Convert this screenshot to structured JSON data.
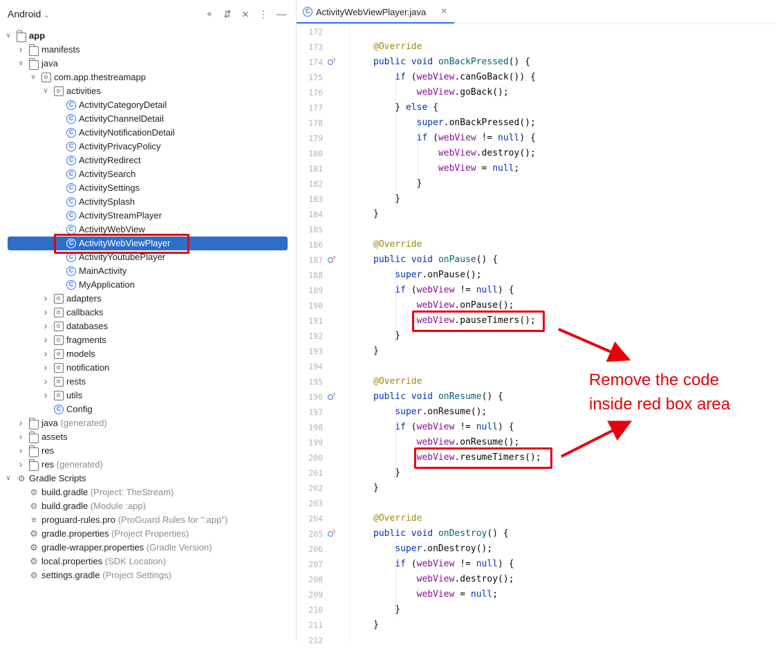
{
  "project_panel": {
    "title": "Android",
    "tree": [
      {
        "label": "app",
        "hint": "",
        "icon": "module-folder-icon",
        "expanded": true
      },
      {
        "label": "manifests",
        "hint": "",
        "icon": "folder-icon"
      },
      {
        "label": "java",
        "hint": "",
        "icon": "folder-icon"
      },
      {
        "label": "com.app.thestreamapp",
        "hint": "",
        "icon": "package-icon"
      },
      {
        "label": "activities",
        "hint": "",
        "icon": "package-icon"
      },
      {
        "label": "ActivityCategoryDetail",
        "hint": "",
        "icon": "class-icon"
      },
      {
        "label": "ActivityChannelDetail",
        "hint": "",
        "icon": "class-icon"
      },
      {
        "label": "ActivityNotificationDetail",
        "hint": "",
        "icon": "class-icon"
      },
      {
        "label": "ActivityPrivacyPolicy",
        "hint": "",
        "icon": "class-icon"
      },
      {
        "label": "ActivityRedirect",
        "hint": "",
        "icon": "class-icon"
      },
      {
        "label": "ActivitySearch",
        "hint": "",
        "icon": "class-icon"
      },
      {
        "label": "ActivitySettings",
        "hint": "",
        "icon": "class-icon"
      },
      {
        "label": "ActivitySplash",
        "hint": "",
        "icon": "class-icon"
      },
      {
        "label": "ActivityStreamPlayer",
        "hint": "",
        "icon": "class-icon"
      },
      {
        "label": "ActivityWebView",
        "hint": "",
        "icon": "class-icon"
      },
      {
        "label": "ActivityWebViewPlayer",
        "hint": "",
        "icon": "class-icon",
        "selected": true
      },
      {
        "label": "ActivityYoutubePlayer",
        "hint": "",
        "icon": "class-icon"
      },
      {
        "label": "MainActivity",
        "hint": "",
        "icon": "class-icon"
      },
      {
        "label": "MyApplication",
        "hint": "",
        "icon": "class-icon"
      },
      {
        "label": "adapters",
        "hint": "",
        "icon": "package-icon"
      },
      {
        "label": "callbacks",
        "hint": "",
        "icon": "package-icon"
      },
      {
        "label": "databases",
        "hint": "",
        "icon": "package-icon"
      },
      {
        "label": "fragments",
        "hint": "",
        "icon": "package-icon"
      },
      {
        "label": "models",
        "hint": "",
        "icon": "package-icon"
      },
      {
        "label": "notification",
        "hint": "",
        "icon": "package-icon"
      },
      {
        "label": "rests",
        "hint": "",
        "icon": "package-icon"
      },
      {
        "label": "utils",
        "hint": "",
        "icon": "package-icon"
      },
      {
        "label": "Config",
        "hint": "",
        "icon": "class-icon"
      },
      {
        "label": "java",
        "hint": "(generated)",
        "icon": "folder-icon"
      },
      {
        "label": "assets",
        "hint": "",
        "icon": "folder-icon"
      },
      {
        "label": "res",
        "hint": "",
        "icon": "folder-icon"
      },
      {
        "label": "res",
        "hint": "(generated)",
        "icon": "folder-icon"
      },
      {
        "label": "Gradle Scripts",
        "hint": "",
        "icon": "gradle-icon"
      },
      {
        "label": "build.gradle",
        "hint": "(Project: TheStream)",
        "icon": "gradle-icon"
      },
      {
        "label": "build.gradle",
        "hint": "(Module :app)",
        "icon": "gradle-icon"
      },
      {
        "label": "proguard-rules.pro",
        "hint": "(ProGuard Rules for \":app\")",
        "icon": "text-file-icon"
      },
      {
        "label": "gradle.properties",
        "hint": "(Project Properties)",
        "icon": "settings-file-icon"
      },
      {
        "label": "gradle-wrapper.properties",
        "hint": "(Gradle Version)",
        "icon": "settings-file-icon"
      },
      {
        "label": "local.properties",
        "hint": "(SDK Location)",
        "icon": "settings-file-icon"
      },
      {
        "label": "settings.gradle",
        "hint": "(Project Settings)",
        "icon": "gradle-icon"
      }
    ]
  },
  "editor": {
    "tab_label": "ActivityWebViewPlayer.java",
    "lines": [
      {
        "n": "172",
        "code": ""
      },
      {
        "n": "173",
        "code": "@Override"
      },
      {
        "n": "174",
        "code": "public void onBackPressed() {"
      },
      {
        "n": "175",
        "code": "    if (webView.canGoBack()) {"
      },
      {
        "n": "176",
        "code": "        webView.goBack();"
      },
      {
        "n": "177",
        "code": "    } else {"
      },
      {
        "n": "178",
        "code": "        super.onBackPressed();"
      },
      {
        "n": "179",
        "code": "        if (webView != null) {"
      },
      {
        "n": "180",
        "code": "            webView.destroy();"
      },
      {
        "n": "181",
        "code": "            webView = null;"
      },
      {
        "n": "182",
        "code": "        }"
      },
      {
        "n": "183",
        "code": "    }"
      },
      {
        "n": "184",
        "code": "}"
      },
      {
        "n": "185",
        "code": ""
      },
      {
        "n": "186",
        "code": "@Override"
      },
      {
        "n": "187",
        "code": "public void onPause() {"
      },
      {
        "n": "188",
        "code": "    super.onPause();"
      },
      {
        "n": "189",
        "code": "    if (webView != null) {"
      },
      {
        "n": "190",
        "code": "        webView.onPause();"
      },
      {
        "n": "191",
        "code": "        webView.pauseTimers();"
      },
      {
        "n": "192",
        "code": "    }"
      },
      {
        "n": "193",
        "code": "}"
      },
      {
        "n": "194",
        "code": ""
      },
      {
        "n": "195",
        "code": "@Override"
      },
      {
        "n": "196",
        "code": "public void onResume() {"
      },
      {
        "n": "197",
        "code": "    super.onResume();"
      },
      {
        "n": "198",
        "code": "    if (webView != null) {"
      },
      {
        "n": "199",
        "code": "        webView.onResume();"
      },
      {
        "n": "200",
        "code": "        webView.resumeTimers();"
      },
      {
        "n": "201",
        "code": "    }"
      },
      {
        "n": "202",
        "code": "}"
      },
      {
        "n": "203",
        "code": ""
      },
      {
        "n": "204",
        "code": "@Override"
      },
      {
        "n": "205",
        "code": "public void onDestroy() {"
      },
      {
        "n": "206",
        "code": "    super.onDestroy();"
      },
      {
        "n": "207",
        "code": "    if (webView != null) {"
      },
      {
        "n": "208",
        "code": "        webView.destroy();"
      },
      {
        "n": "209",
        "code": "        webView = null;"
      },
      {
        "n": "210",
        "code": "    }"
      },
      {
        "n": "211",
        "code": "}"
      },
      {
        "n": "212",
        "code": ""
      }
    ],
    "override_markers": [
      "174",
      "187",
      "196",
      "205"
    ]
  },
  "annotation": {
    "line1": "Remove the code",
    "line2": "inside red box area",
    "color": "#e8000b"
  },
  "colors": {
    "selection": "#2f6ec6",
    "keyword": "#0033b3",
    "field": "#871094",
    "annotation": "#9e880d"
  }
}
